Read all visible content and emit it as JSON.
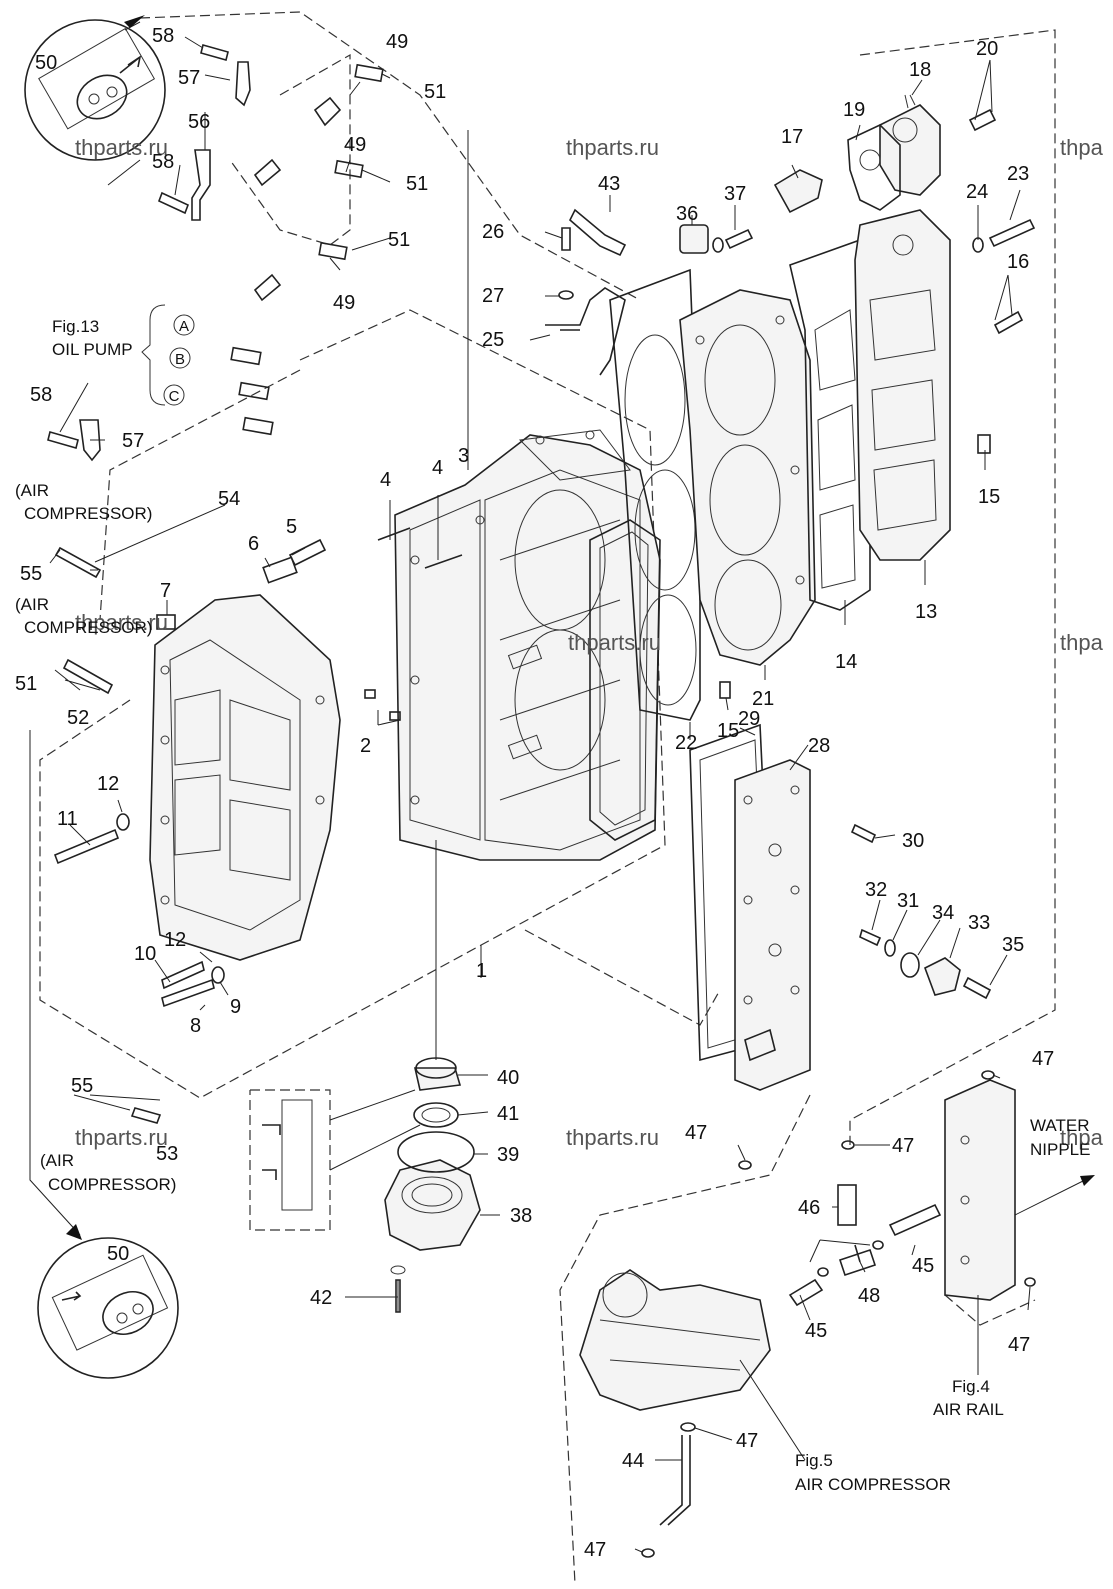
{
  "diagram": {
    "watermark": "thparts.ru",
    "watermark_partial": "thpa",
    "callouts": {
      "c1": "1",
      "c2": "2",
      "c3": "3",
      "c4a": "4",
      "c4b": "4",
      "c5": "5",
      "c6": "6",
      "c7": "7",
      "c8": "8",
      "c9": "9",
      "c10": "10",
      "c11": "11",
      "c12a": "12",
      "c12b": "12",
      "c13": "13",
      "c14": "14",
      "c15a": "15",
      "c15b": "15",
      "c16": "16",
      "c17": "17",
      "c18": "18",
      "c19": "19",
      "c20": "20",
      "c21": "21",
      "c22": "22",
      "c23": "23",
      "c24": "24",
      "c25": "25",
      "c26": "26",
      "c27": "27",
      "c28": "28",
      "c29": "29",
      "c30": "30",
      "c31": "31",
      "c32": "32",
      "c33": "33",
      "c34": "34",
      "c35": "35",
      "c36": "36",
      "c37": "37",
      "c38": "38",
      "c39": "39",
      "c40": "40",
      "c41": "41",
      "c42": "42",
      "c43": "43",
      "c44": "44",
      "c45a": "45",
      "c45b": "45",
      "c46": "46",
      "c47a": "47",
      "c47b": "47",
      "c47c": "47",
      "c47d": "47",
      "c47e": "47",
      "c47f": "47",
      "c48": "48",
      "c49a": "49",
      "c49b": "49",
      "c49c": "49",
      "c50a": "50",
      "c50b": "50",
      "c51a": "51",
      "c51b": "51",
      "c51c": "51",
      "c51d": "51",
      "c52": "52",
      "c53": "53",
      "c54": "54",
      "c55a": "55",
      "c55b": "55",
      "c56": "56",
      "c57a": "57",
      "c57b": "57",
      "c58a": "58",
      "c58b": "58",
      "c58c": "58"
    },
    "letters": {
      "a": "A",
      "b": "B",
      "c": "C"
    },
    "captions": {
      "fig13_line1": "Fig.13",
      "fig13_line2": "OIL PUMP",
      "air_comp_1a": "(AIR",
      "air_comp_1b": "COMPRESSOR)",
      "air_comp_2a": "(AIR",
      "air_comp_2b": "COMPRESSOR)",
      "air_comp_3a": "(AIR",
      "air_comp_3b": "COMPRESSOR)",
      "water_nipple_1": "WATER",
      "water_nipple_2": "NIPPLE",
      "fig4_line1": "Fig.4",
      "fig4_line2": "AIR RAIL",
      "fig5_line1": "Fig.5",
      "fig5_line2": "AIR COMPRESSOR"
    }
  }
}
